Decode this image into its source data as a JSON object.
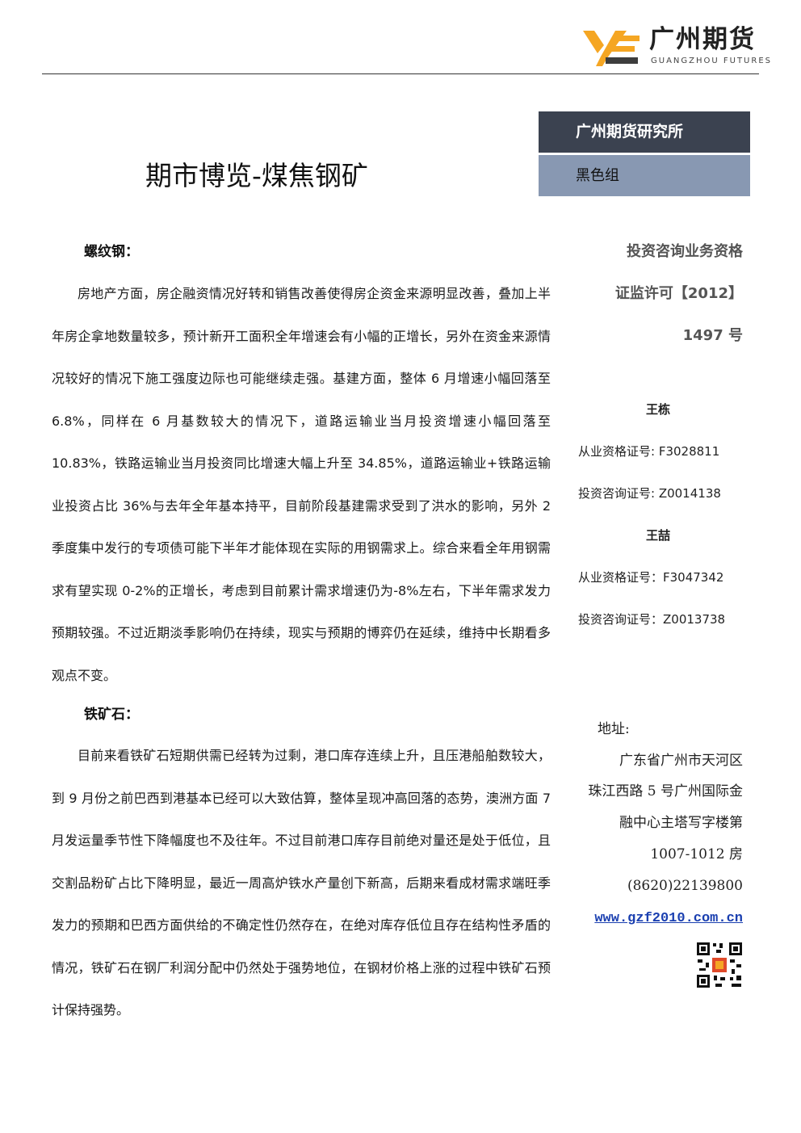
{
  "header": {
    "logo_cn": "广州期货",
    "logo_en": "GUANGZHOU FUTURES",
    "brand_colors": [
      "#f5a623",
      "#3d3d3d"
    ]
  },
  "title": "期市博览-煤焦钢矿",
  "sidebar": {
    "institute": "广州期货研究所",
    "group": "黑色组",
    "qualification": [
      "投资咨询业务资格",
      "证监许可【2012】",
      "1497 号"
    ],
    "analysts": [
      {
        "name": "王栋",
        "practice_cert": "从业资格证号: F3028811",
        "advisory_cert": "投资咨询证号: Z0014138"
      },
      {
        "name": "王喆",
        "practice_cert": "从业资格证号：F3047342",
        "advisory_cert": "投资咨询证号：Z0013738"
      }
    ],
    "address_label": "地址:",
    "address_lines": [
      "广东省广州市天河区",
      "珠江西路 5 号广州国际金",
      "融中心主塔写字楼第",
      "1007-1012 房"
    ],
    "phone": "(8620)22139800",
    "website": "www.gzf2010.com.cn"
  },
  "sections": [
    {
      "title": "螺纹钢：",
      "body": "房地产方面，房企融资情况好转和销售改善使得房企资金来源明显改善，叠加上半年房企拿地数量较多，预计新开工面积全年增速会有小幅的正增长，另外在资金来源情况较好的情况下施工强度边际也可能继续走强。基建方面，整体 6 月增速小幅回落至 6.8%，同样在 6 月基数较大的情况下，道路运输业当月投资增速小幅回落至 10.83%，铁路运输业当月投资同比增速大幅上升至 34.85%，道路运输业+铁路运输业投资占比 36%与去年全年基本持平，目前阶段基建需求受到了洪水的影响，另外 2 季度集中发行的专项债可能下半年才能体现在实际的用钢需求上。综合来看全年用钢需求有望实现 0-2%的正增长，考虑到目前累计需求增速仍为-8%左右，下半年需求发力预期较强。不过近期淡季影响仍在持续，现实与预期的博弈仍在延续，维持中长期看多观点不变。"
    },
    {
      "title": "铁矿石：",
      "body": "目前来看铁矿石短期供需已经转为过剩，港口库存连续上升，且压港船舶数较大，到 9 月份之前巴西到港基本已经可以大致估算，整体呈现冲高回落的态势，澳洲方面 7 月发运量季节性下降幅度也不及往年。不过目前港口库存目前绝对量还是处于低位，且交割品粉矿占比下降明显，最近一周高炉铁水产量创下新高，后期来看成材需求端旺季发力的预期和巴西方面供给的不确定性仍然存在，在绝对库存低位且存在结构性矛盾的情况，铁矿石在钢厂利润分配中仍然处于强势地位，在钢材价格上涨的过程中铁矿石预计保持强势。"
    }
  ]
}
